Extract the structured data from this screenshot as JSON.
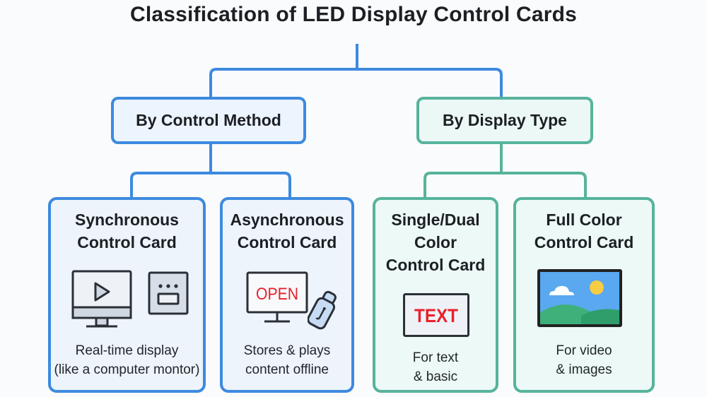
{
  "title": "Classification of LED Display Control Cards",
  "colors": {
    "control_method_accent": "#3d8ae0",
    "display_type_accent": "#57b39c",
    "icon_stroke": "#2b2f36",
    "sign_text_red": "#e8202a"
  },
  "categories": [
    {
      "label": "By Control Method",
      "cards": [
        {
          "title_lines": [
            "Synchronous",
            "Control Card"
          ],
          "icons": [
            "monitor-play-icon",
            "control-box-icon"
          ],
          "desc_lines": [
            "Real-time display",
            "(like a computer montor)"
          ]
        },
        {
          "title_lines": [
            "Asynchronous",
            "Control Card"
          ],
          "icons": [
            "open-sign-monitor-icon",
            "usb-drive-icon"
          ],
          "sign_text": "OPEN",
          "desc_lines": [
            "Stores & plays",
            "content offline"
          ]
        }
      ]
    },
    {
      "label": "By Display Type",
      "cards": [
        {
          "title_lines": [
            "Single/Dual",
            "Color",
            "Control Card"
          ],
          "icons": [
            "text-sign-icon"
          ],
          "sign_text": "TEXT",
          "desc_lines": [
            "For text",
            "& basic"
          ]
        },
        {
          "title_lines": [
            "Full Color",
            "Control Card"
          ],
          "icons": [
            "landscape-image-icon"
          ],
          "desc_lines": [
            "For video",
            "& images"
          ]
        }
      ]
    }
  ]
}
